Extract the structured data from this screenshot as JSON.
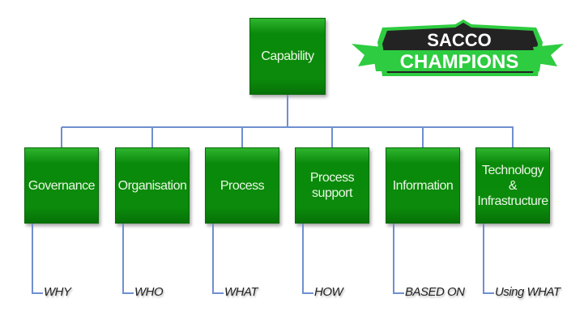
{
  "root": {
    "label": "Capability"
  },
  "children": [
    {
      "label": "Governance",
      "question": "WHY"
    },
    {
      "label": "Organisation",
      "question": "WHO"
    },
    {
      "label": "Process",
      "question": "WHAT"
    },
    {
      "label": "Process\nsupport",
      "question": "HOW"
    },
    {
      "label": "Information",
      "question": "BASED ON"
    },
    {
      "label": "Technology &\nInfrastructure",
      "question": "Using WHAT"
    }
  ],
  "logo": {
    "line1": "SACCO",
    "line2": "CHAMPIONS",
    "stars": "★★★★★"
  },
  "colors": {
    "box": "#0b8a0b",
    "connector": "#6f8fcf",
    "logo_green": "#2ecc40",
    "logo_dark": "#222222"
  }
}
